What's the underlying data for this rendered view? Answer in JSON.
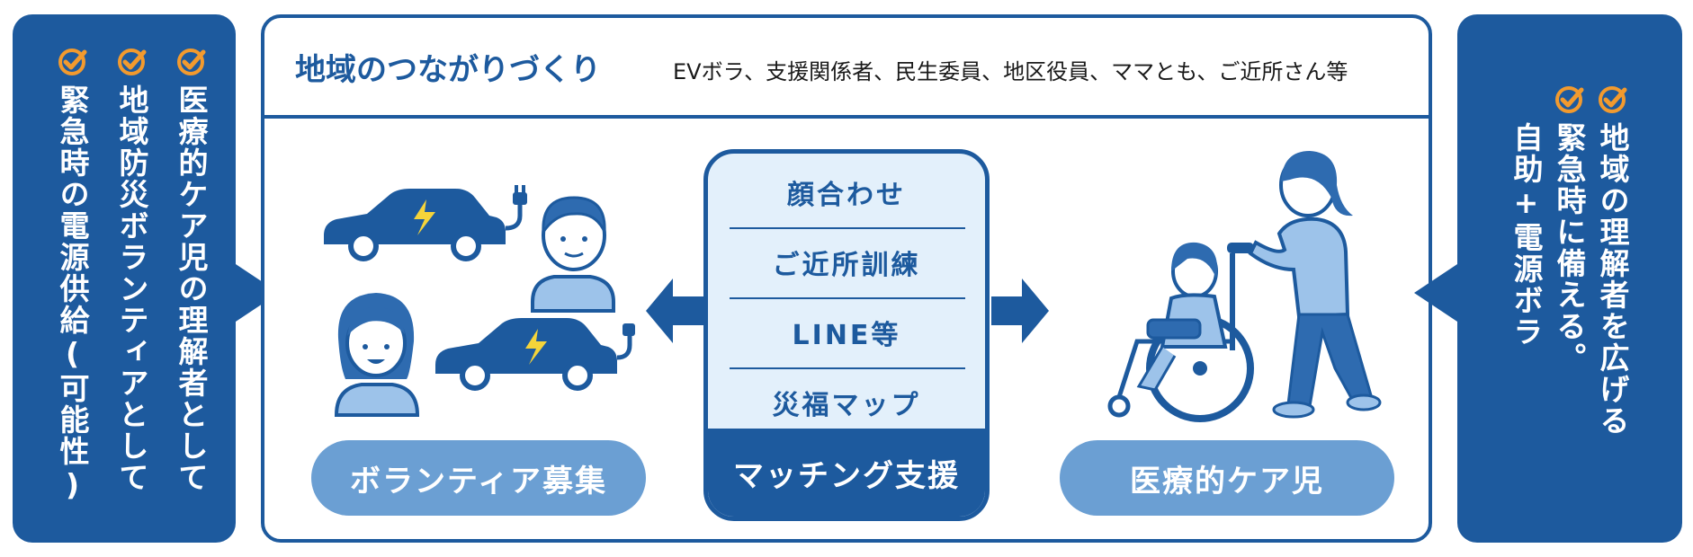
{
  "colors": {
    "primary": "#1d5a9e",
    "accent": "#f29a2e",
    "light": "#e3f0fb",
    "pill": "#6b9fd3"
  },
  "left_panel": {
    "items": [
      {
        "icon": "check-icon",
        "text": "医療的ケア児の理解者として"
      },
      {
        "icon": "check-icon",
        "text": "地域防災ボランティアとして"
      },
      {
        "icon": "check-icon",
        "text": "緊急時の電源供給(可能性)"
      }
    ]
  },
  "header": {
    "title": "地域のつながりづくり",
    "subtitle": "EVボラ、支援関係者、民生委員、地区役員、ママとも、ご近所さん等"
  },
  "volunteer": {
    "label": "ボランティア募集"
  },
  "matching": {
    "items": [
      "顔合わせ",
      "ご近所訓練",
      "LINE等",
      "災福マップ"
    ],
    "footer": "マッチング支援"
  },
  "care": {
    "label": "医療的ケア児"
  },
  "right_panel": {
    "items": [
      {
        "icon": "check-icon",
        "text": "地域の理解者を広げる"
      },
      {
        "icon": "check-icon",
        "text": "緊急時に備える。"
      },
      {
        "icon": "",
        "text": "自助+電源ボラ"
      }
    ]
  }
}
